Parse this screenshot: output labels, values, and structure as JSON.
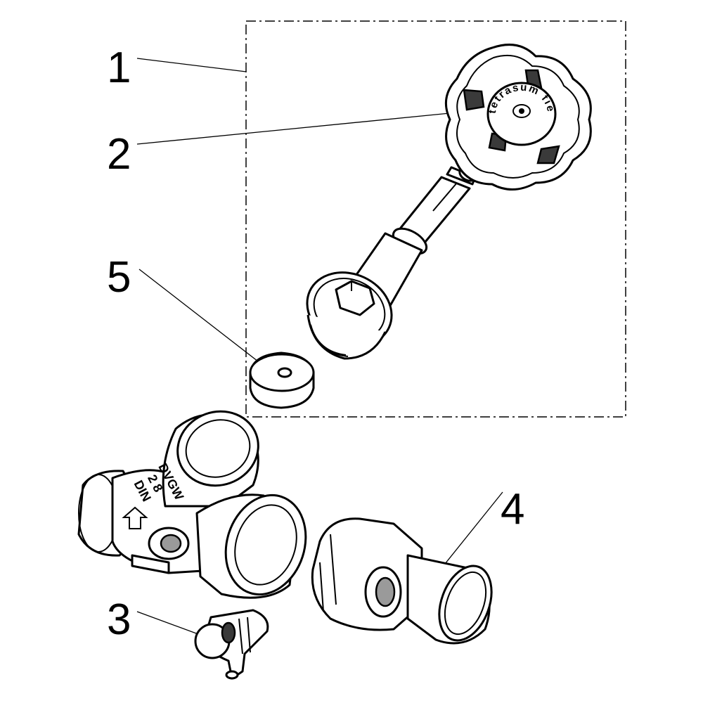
{
  "callouts": [
    {
      "label": "1"
    },
    {
      "label": "2"
    },
    {
      "label": "5"
    },
    {
      "label": "4"
    },
    {
      "label": "3"
    }
  ],
  "handwheel_text": "tetrasum fief",
  "body_marking": [
    "DVGW",
    "2 8",
    "DIN"
  ]
}
